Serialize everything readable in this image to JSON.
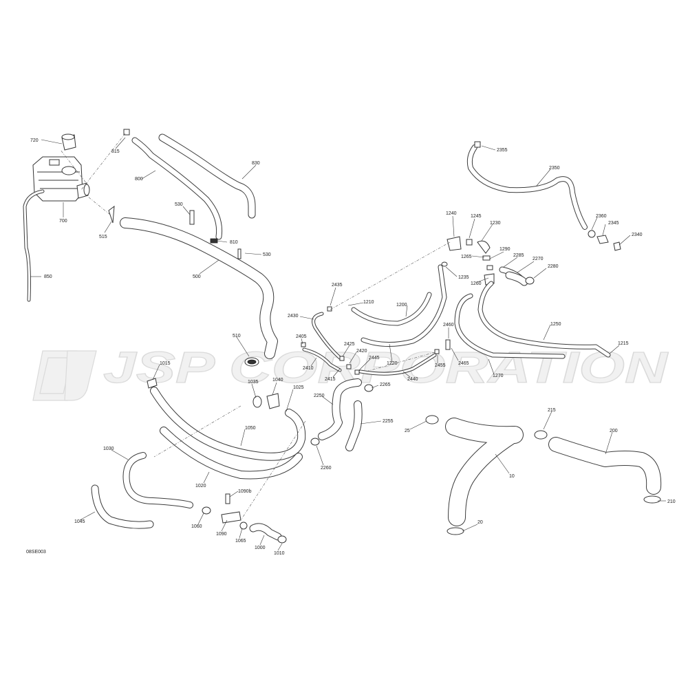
{
  "diagram": {
    "code": "08SE003",
    "watermark": "JSP CORPORATION",
    "callouts": [
      "720",
      "815",
      "830",
      "800",
      "530",
      "515",
      "700",
      "810",
      "530",
      "500",
      "850",
      "510",
      "1015",
      "1035",
      "1040",
      "1025",
      "1050",
      "1030",
      "1020",
      "1045",
      "1060",
      "1090b",
      "1090",
      "1065",
      "1000",
      "1010",
      "2355",
      "2350",
      "2360",
      "2345",
      "2340",
      "1240",
      "1245",
      "1230",
      "1265",
      "1290",
      "2285",
      "2270",
      "2280",
      "1235",
      "1260",
      "2435",
      "1210",
      "1200",
      "2430",
      "2405",
      "2425",
      "2420",
      "2445",
      "2410",
      "2415",
      "1220",
      "2440",
      "2460",
      "2455",
      "2465",
      "1250",
      "1215",
      "1270",
      "2265",
      "2250",
      "2255",
      "2260",
      "25",
      "10",
      "215",
      "200",
      "210",
      "20"
    ]
  }
}
